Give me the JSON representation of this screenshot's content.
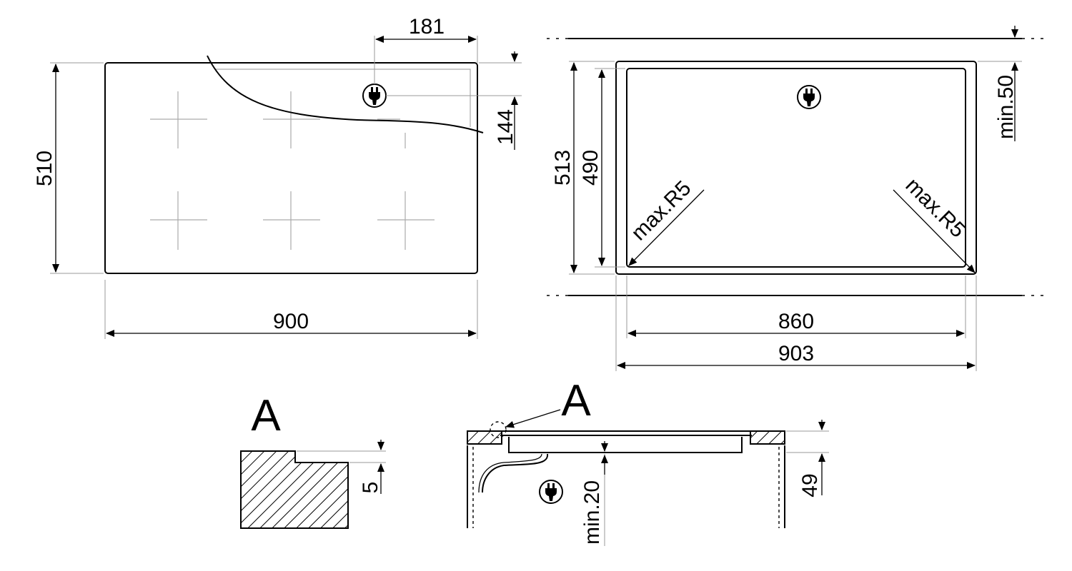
{
  "top_view": {
    "width_label": "900",
    "depth_label": "510",
    "socket_offset_label": "181",
    "socket_depth_label": "144"
  },
  "cutout": {
    "outer_width_label": "903",
    "inner_width_label": "860",
    "outer_depth_label": "513",
    "inner_depth_label": "490",
    "corner_radius_left": "max.R5",
    "corner_radius_right": "max.R5",
    "min_clearance_label": "min.50"
  },
  "detail": {
    "title": "A",
    "step_label": "5"
  },
  "section": {
    "callout_label": "A",
    "height_label": "49",
    "min_gap_label": "min.20"
  },
  "icons": [
    "plug-icon"
  ]
}
